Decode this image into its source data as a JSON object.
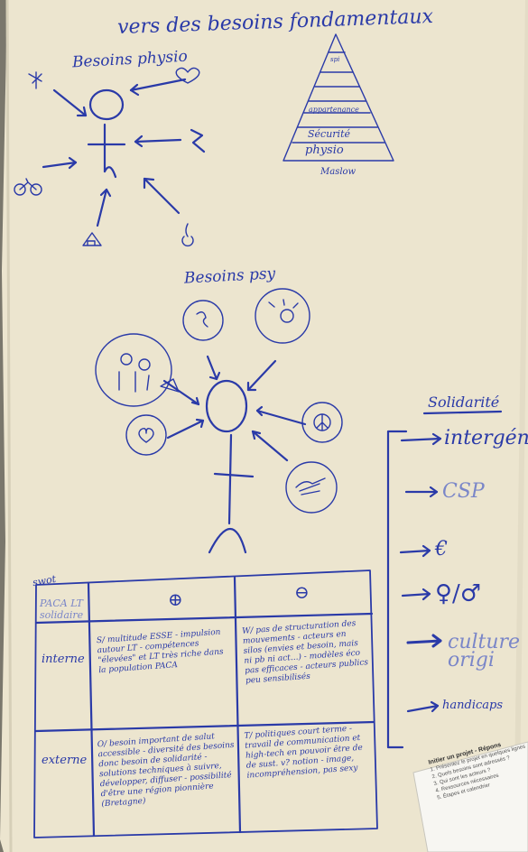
{
  "title": "vers des besoins fondamentaux",
  "physio": {
    "heading": "Besoins physio",
    "pyramid": [
      "spi",
      "appartenance",
      "Sécurité",
      "physio"
    ],
    "pyramid_caption": "Maslow"
  },
  "psy": {
    "heading": "Besoins psy"
  },
  "solidarite": {
    "heading": "Solidarité",
    "items": [
      "intergén",
      "CSP",
      "€",
      "♀/♂",
      "culture origi",
      "handicaps"
    ]
  },
  "swot": {
    "label": "swot",
    "corner": "PACA LT solidaire",
    "plus": "⊕",
    "minus": "⊖",
    "row_interne": "interne",
    "row_externe": "externe",
    "S": "S/ multitude ESSE - impulsion autour LT - compétences \"élevées\" et LT très riche dans la population PACA",
    "W": "W/ pas de structuration des mouvements - acteurs en silos (envies et besoin, mais ni pb ni act...) - modèles éco pas efficaces - acteurs publics peu sensibilisés",
    "O": "O/ besoin important de salut accessible - diversité des besoins donc besoin de solidarité - solutions techniques à suivre, développer, diffuser - possibilité d'être une région pionnière (Bretagne)",
    "T": "T/ politiques court terme - travail de communication et high-tech en pouvoir être de de sust. v? notion - image, incompréhension, pas sexy"
  },
  "sheet": {
    "title": "Initier un projet - Répons",
    "lines": [
      "1. Présentez le projet en quelques lignes",
      "2. Quels besoins sont adressés ?",
      "3. Qui sont les acteurs ?",
      "4. Ressources nécessaires",
      "5. Étapes et calendrier"
    ]
  },
  "colors": {
    "paper": "#ece5cf",
    "ink": "#2a3aa8",
    "background": "#7a776c"
  }
}
